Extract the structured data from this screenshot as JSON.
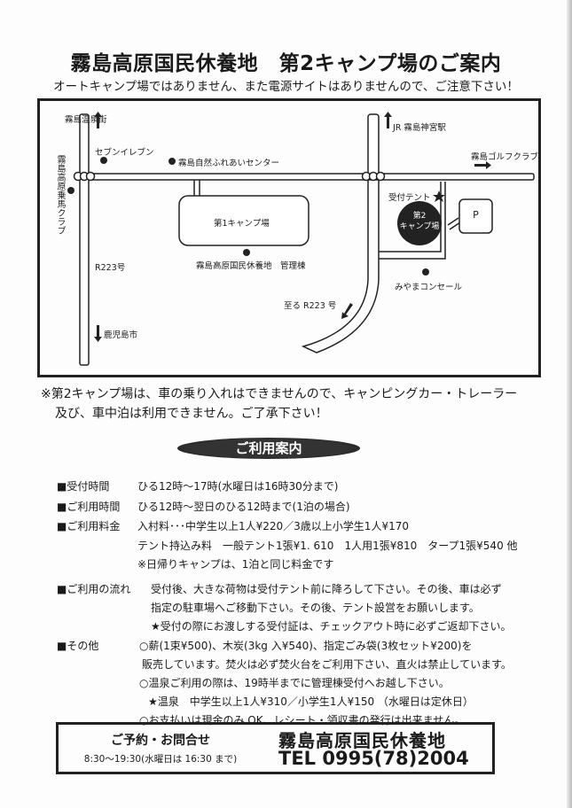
{
  "header": {
    "title": "霧島高原国民休養地　第2キャンプ場のご案内",
    "subtitle": "オートキャンプ場ではありません、また電源サイトはありませんので、ご注意下さい！"
  },
  "map": {
    "onsen_street": "霧島温泉街",
    "seven_eleven": "セブンイレブン",
    "nature_center": "霧島自然ふれあいセンター",
    "riding_club": "霧島高原乗馬クラブ",
    "camp1": "第1キャンプ場",
    "admin_building": "霧島高原国民休養地　管理棟",
    "r223": "R223号",
    "kagoshima": "鹿児島市",
    "jr_station": "JR 霧島神宮駅",
    "golf_club": "霧島ゴルフクラブ",
    "reception_tent": "受付テント",
    "camp2_line1": "第2",
    "camp2_line2": "キャンプ場",
    "parking": "P",
    "miyama": "みやまコンセール",
    "to_r223": "至る R223 号"
  },
  "notice": {
    "line1": "※第2キャンプ場は、車の乗り入れはできませんので、キャンピングカー・トレーラー",
    "line2": "及び、車中泊は利用できません。ご了承下さい！"
  },
  "guide": {
    "heading": "ご利用案内",
    "items": [
      {
        "label": "■受付時間",
        "lines": [
          "ひる12時～17時(水曜日は16時30分まで)"
        ]
      },
      {
        "label": "■ご利用時間",
        "lines": [
          "ひる12時～翌日のひる12時まで(1泊の場合)"
        ]
      },
      {
        "label": "■ご利用料金",
        "lines": [
          "入村料･･･中学生以上1人¥220／3歳以上小学生1人¥170",
          "テント持込み料　一般テント1張¥1. 610　1人用1張¥810　タープ1張¥540 他",
          "※日帰りキャンプは、1泊と同じ料金です"
        ]
      },
      {
        "label": "■ご利用の流れ",
        "lines": [
          "受付後、大きな荷物は受付テント前に降ろして下さい。その後、車は必ず",
          "指定の駐車場へご移動下さい。その後、テント設営をお願いします。",
          "★受付の際にお渡しする受付証は、チェックアウト時に必ずご返却下さい。"
        ]
      },
      {
        "label": "■その他",
        "lines": [
          "○薪(1束¥500)、木炭(3kg 入¥540)、指定ごみ袋(3枚セット¥200)を",
          "販売しています。焚火は必ず焚火台をご利用下さい、直火は禁止しています。",
          "○温泉ご利用の際は、19時半までに管理棟受付へお越し下さい。",
          "★温泉　中学生以上1人¥310／小学生1人¥150 （水曜日は定休日）",
          "○お支払いは現金のみ OK、レシート・領収書の発行は出来ません。"
        ]
      }
    ]
  },
  "contact": {
    "heading": "ご予約・お問合せ",
    "hours": "8:30～19:30(水曜日は 16:30 まで)",
    "name": "霧島高原国民休養地",
    "tel": "TEL 0995(78)2004"
  }
}
